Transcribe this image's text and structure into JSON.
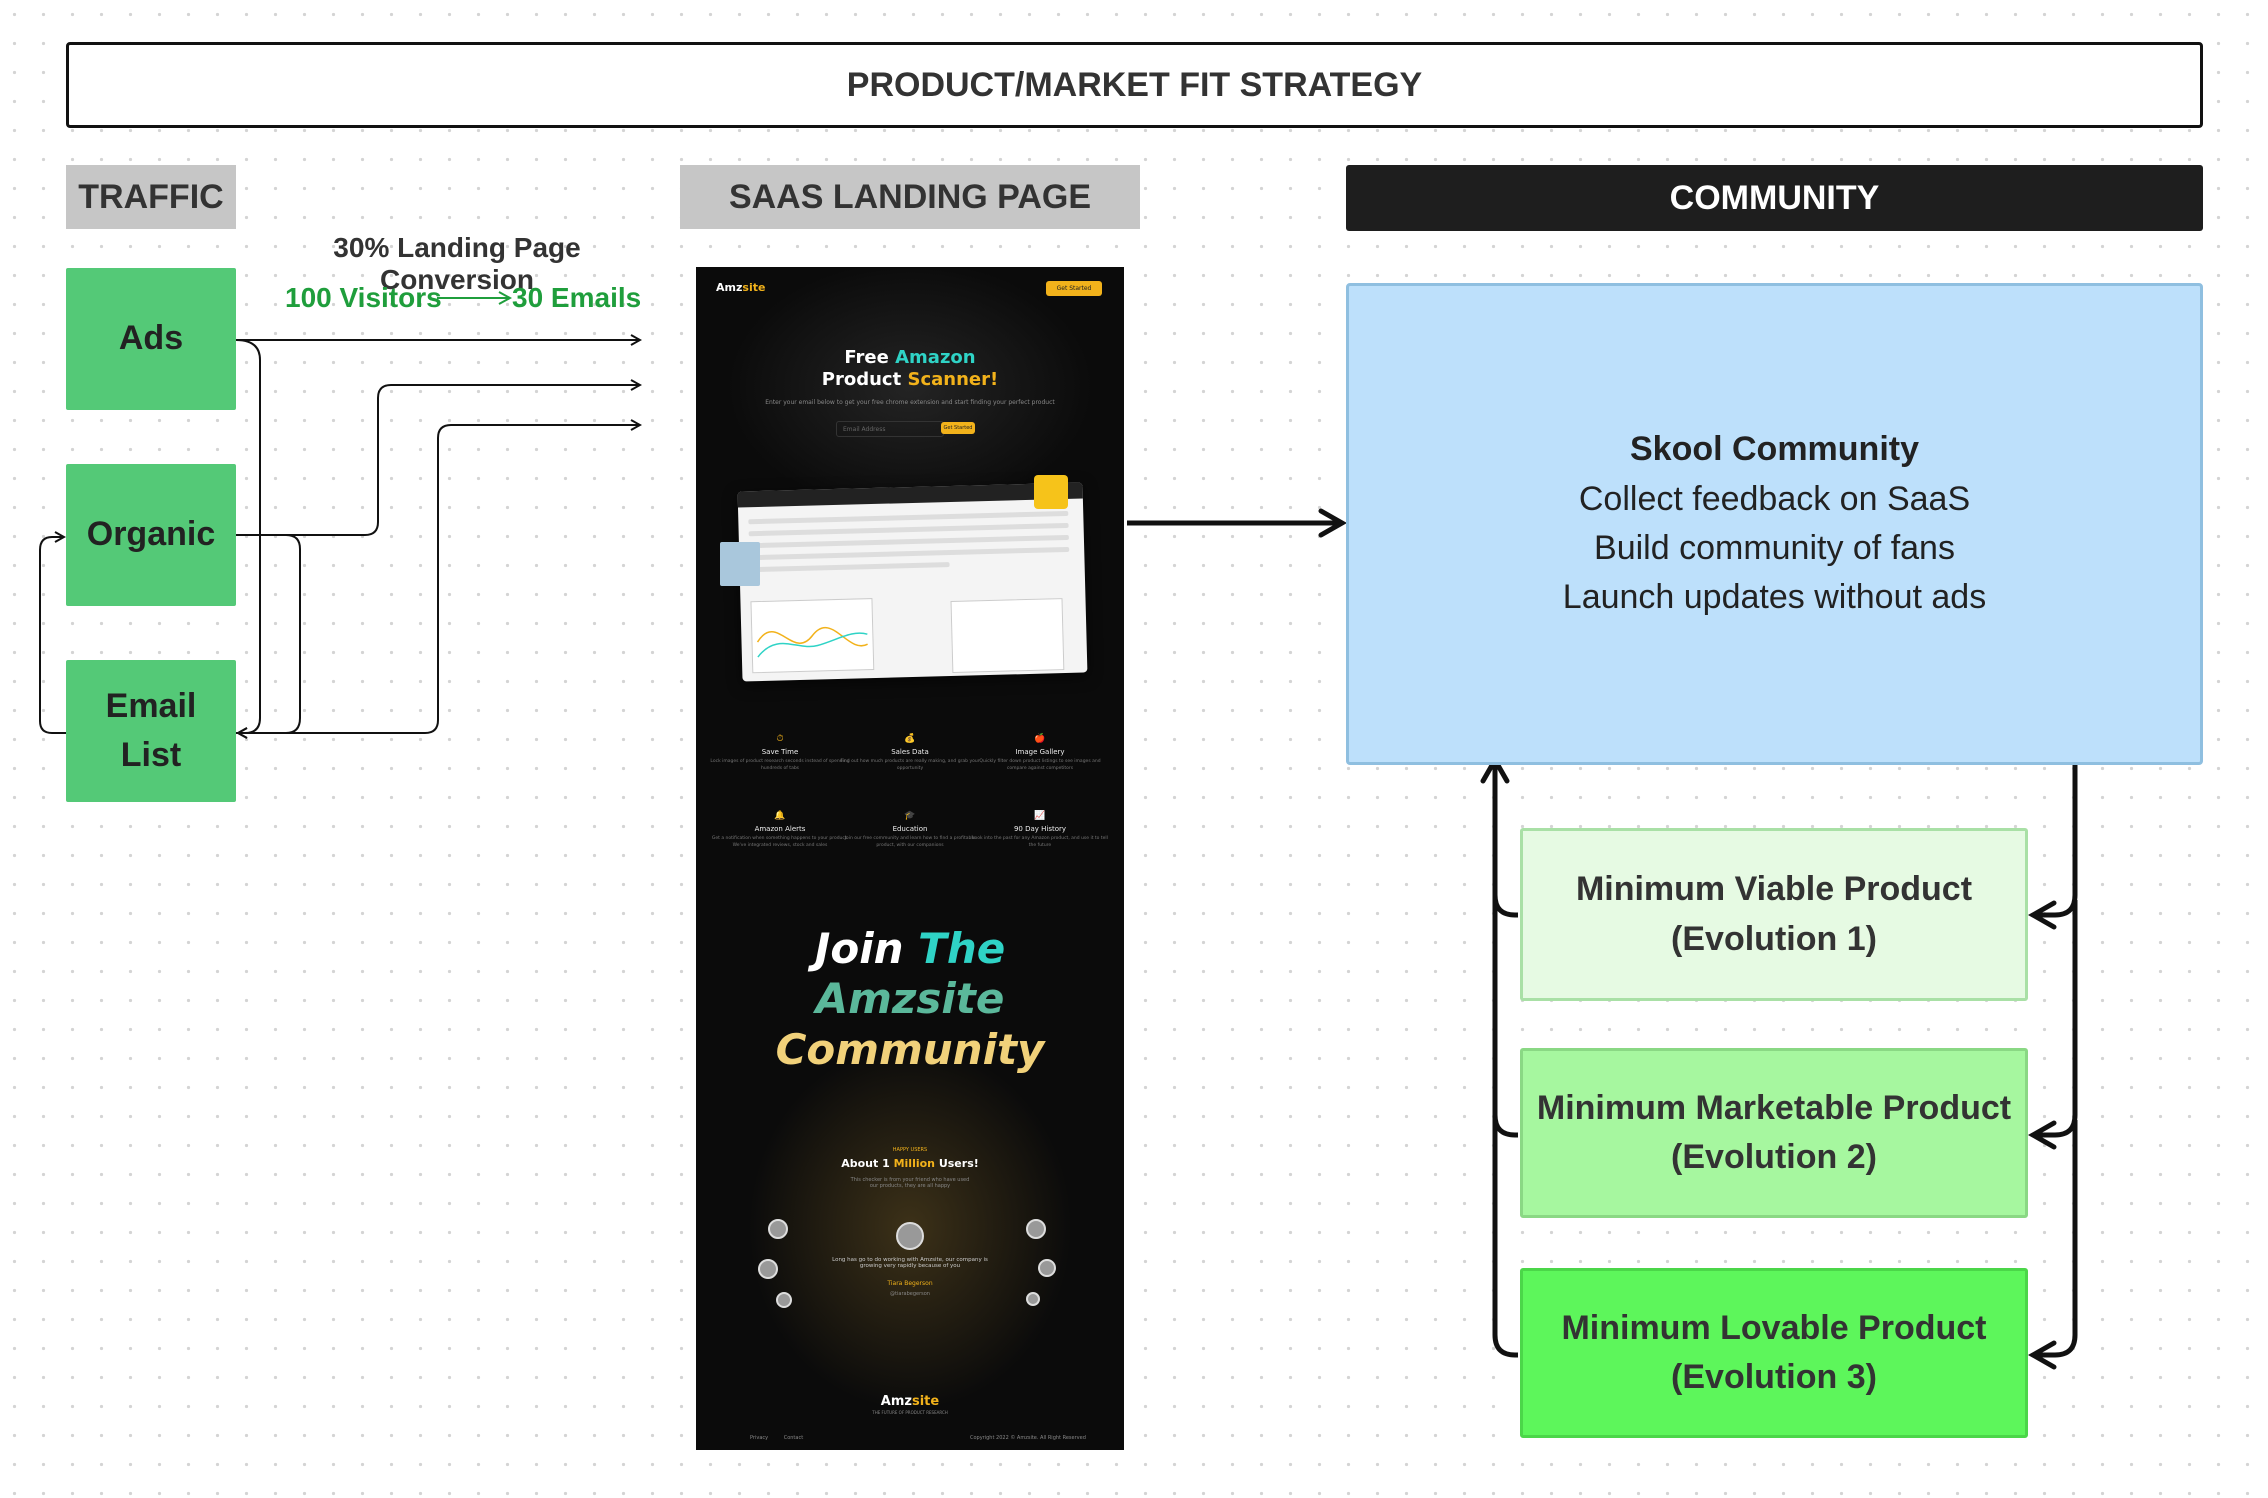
{
  "title": "PRODUCT/MARKET FIT STRATEGY",
  "sections": {
    "traffic": "TRAFFIC",
    "saas": "SAAS LANDING PAGE",
    "community": "COMMUNITY"
  },
  "traffic_sources": {
    "ads": "Ads",
    "organic": "Organic",
    "email_line1": "Email",
    "email_line2": "List"
  },
  "conversion": {
    "label": "30% Landing Page Conversion",
    "visitors": "100 Visitors",
    "emails": "30 Emails"
  },
  "skool": {
    "title": "Skool Community",
    "line1": "Collect feedback on SaaS",
    "line2": "Build community of fans",
    "line3": "Launch updates without ads"
  },
  "evolutions": [
    {
      "name": "Minimum Viable Product",
      "stage": "(Evolution 1)"
    },
    {
      "name": "Minimum Marketable Product",
      "stage": "(Evolution 2)"
    },
    {
      "name": "Minimum Lovable Product",
      "stage": "(Evolution 3)"
    }
  ],
  "colors": {
    "traffic_green": "#54c977",
    "conversion_green": "#1f9e3c",
    "community_blue": "#bde0fb",
    "mvp": "#e6fae3",
    "mmp": "#a6f79f",
    "mlp": "#5df65b",
    "landing_accent": "#f2b21b"
  },
  "landing_page": {
    "logo_a": "Amz",
    "logo_b": "site",
    "cta": "Get Started",
    "hero_free": "Free ",
    "hero_amazon": "Amazon",
    "hero_product": "Product ",
    "hero_scanner": "Scanner!",
    "hero_sub": "Enter your email below to get your free chrome extension and start finding your perfect product",
    "email_placeholder": "Email Address",
    "subscribe": "Get Started",
    "features": [
      {
        "icon": "⏱",
        "title": "Save Time",
        "desc": "Lock images of product research seconds instead of spending hundreds of tabs"
      },
      {
        "icon": "💰",
        "title": "Sales Data",
        "desc": "Find out how much products are really making, and grab your opportunity"
      },
      {
        "icon": "🍎",
        "title": "Image Gallery",
        "desc": "Quickly filter down product listings to see images and compare against competitors"
      },
      {
        "icon": "🔔",
        "title": "Amazon Alerts",
        "desc": "Get a notification when something happens to your product. We've integrated reviews, stock and sales"
      },
      {
        "icon": "🎓",
        "title": "Education",
        "desc": "Join our free community and learn how to find a profitable product, with our companions"
      },
      {
        "icon": "📈",
        "title": "90 Day History",
        "desc": "Look into the past for any Amazon product, and use it to tell the future"
      }
    ],
    "join_1": "Join ",
    "join_2": "The",
    "join_3": "Amzsite",
    "join_4": "Community",
    "happy": "HAPPY USERS",
    "users_a": "About 1 ",
    "users_b": "Million",
    "users_c": " Users!",
    "users_desc": "This checker is from your friend who have used our products, they are all happy",
    "quote": "Long has go to do working with Amzsite, our company is growing very rapidly because of you",
    "quote_name": "Tiara Begerson",
    "quote_handle": "@tiarabegerson",
    "footer_logo_a": "Amz",
    "footer_logo_b": "site",
    "footer_tag": "THE FUTURE OF PRODUCT RESEARCH",
    "footer_privacy": "Privacy",
    "footer_contact": "Contact",
    "copyright": "Copyright 2022 © Amzsite. All Right Reserved"
  }
}
